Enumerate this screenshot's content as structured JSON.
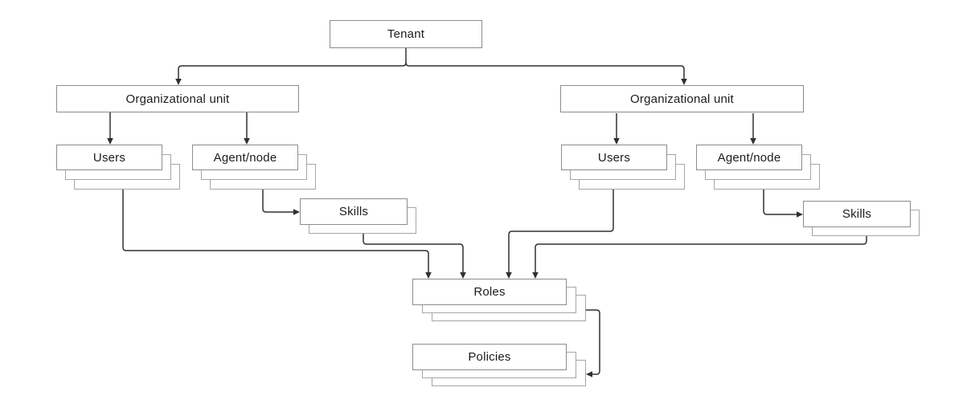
{
  "diagram": {
    "description": "Tenant hierarchy diagram showing organizational units with users, agent/nodes, skills, roles and policies",
    "colors": {
      "background": "#ffffff",
      "box_border": "#8c8c8c",
      "stack_border": "#a6a6a6",
      "connector": "#303030",
      "text": "#1c1c1c"
    },
    "nodes": {
      "tenant": {
        "label": "Tenant",
        "stacked": false
      },
      "ou_left": {
        "label": "Organizational unit",
        "stacked": false
      },
      "ou_right": {
        "label": "Organizational unit",
        "stacked": false
      },
      "users_left": {
        "label": "Users",
        "stacked": true,
        "stack_count": 3
      },
      "agent_left": {
        "label": "Agent/node",
        "stacked": true,
        "stack_count": 3
      },
      "users_right": {
        "label": "Users",
        "stacked": true,
        "stack_count": 3
      },
      "agent_right": {
        "label": "Agent/node",
        "stacked": true,
        "stack_count": 3
      },
      "skills_left": {
        "label": "Skills",
        "stacked": true,
        "stack_count": 2
      },
      "skills_right": {
        "label": "Skills",
        "stacked": true,
        "stack_count": 2
      },
      "roles": {
        "label": "Roles",
        "stacked": true,
        "stack_count": 3
      },
      "policies": {
        "label": "Policies",
        "stacked": true,
        "stack_count": 3
      }
    },
    "edges": [
      {
        "from": "Tenant",
        "to": "Organizational unit (left)"
      },
      {
        "from": "Tenant",
        "to": "Organizational unit (right)"
      },
      {
        "from": "Organizational unit (left)",
        "to": "Users (left)"
      },
      {
        "from": "Organizational unit (left)",
        "to": "Agent/node (left)"
      },
      {
        "from": "Agent/node (left)",
        "to": "Skills (left)"
      },
      {
        "from": "Organizational unit (right)",
        "to": "Users (right)"
      },
      {
        "from": "Organizational unit (right)",
        "to": "Agent/node (right)"
      },
      {
        "from": "Agent/node (right)",
        "to": "Skills (right)"
      },
      {
        "from": "Users (left)",
        "to": "Roles"
      },
      {
        "from": "Skills (left)",
        "to": "Roles"
      },
      {
        "from": "Users (right)",
        "to": "Roles"
      },
      {
        "from": "Skills (right)",
        "to": "Roles"
      },
      {
        "from": "Roles",
        "to": "Policies"
      }
    ]
  }
}
